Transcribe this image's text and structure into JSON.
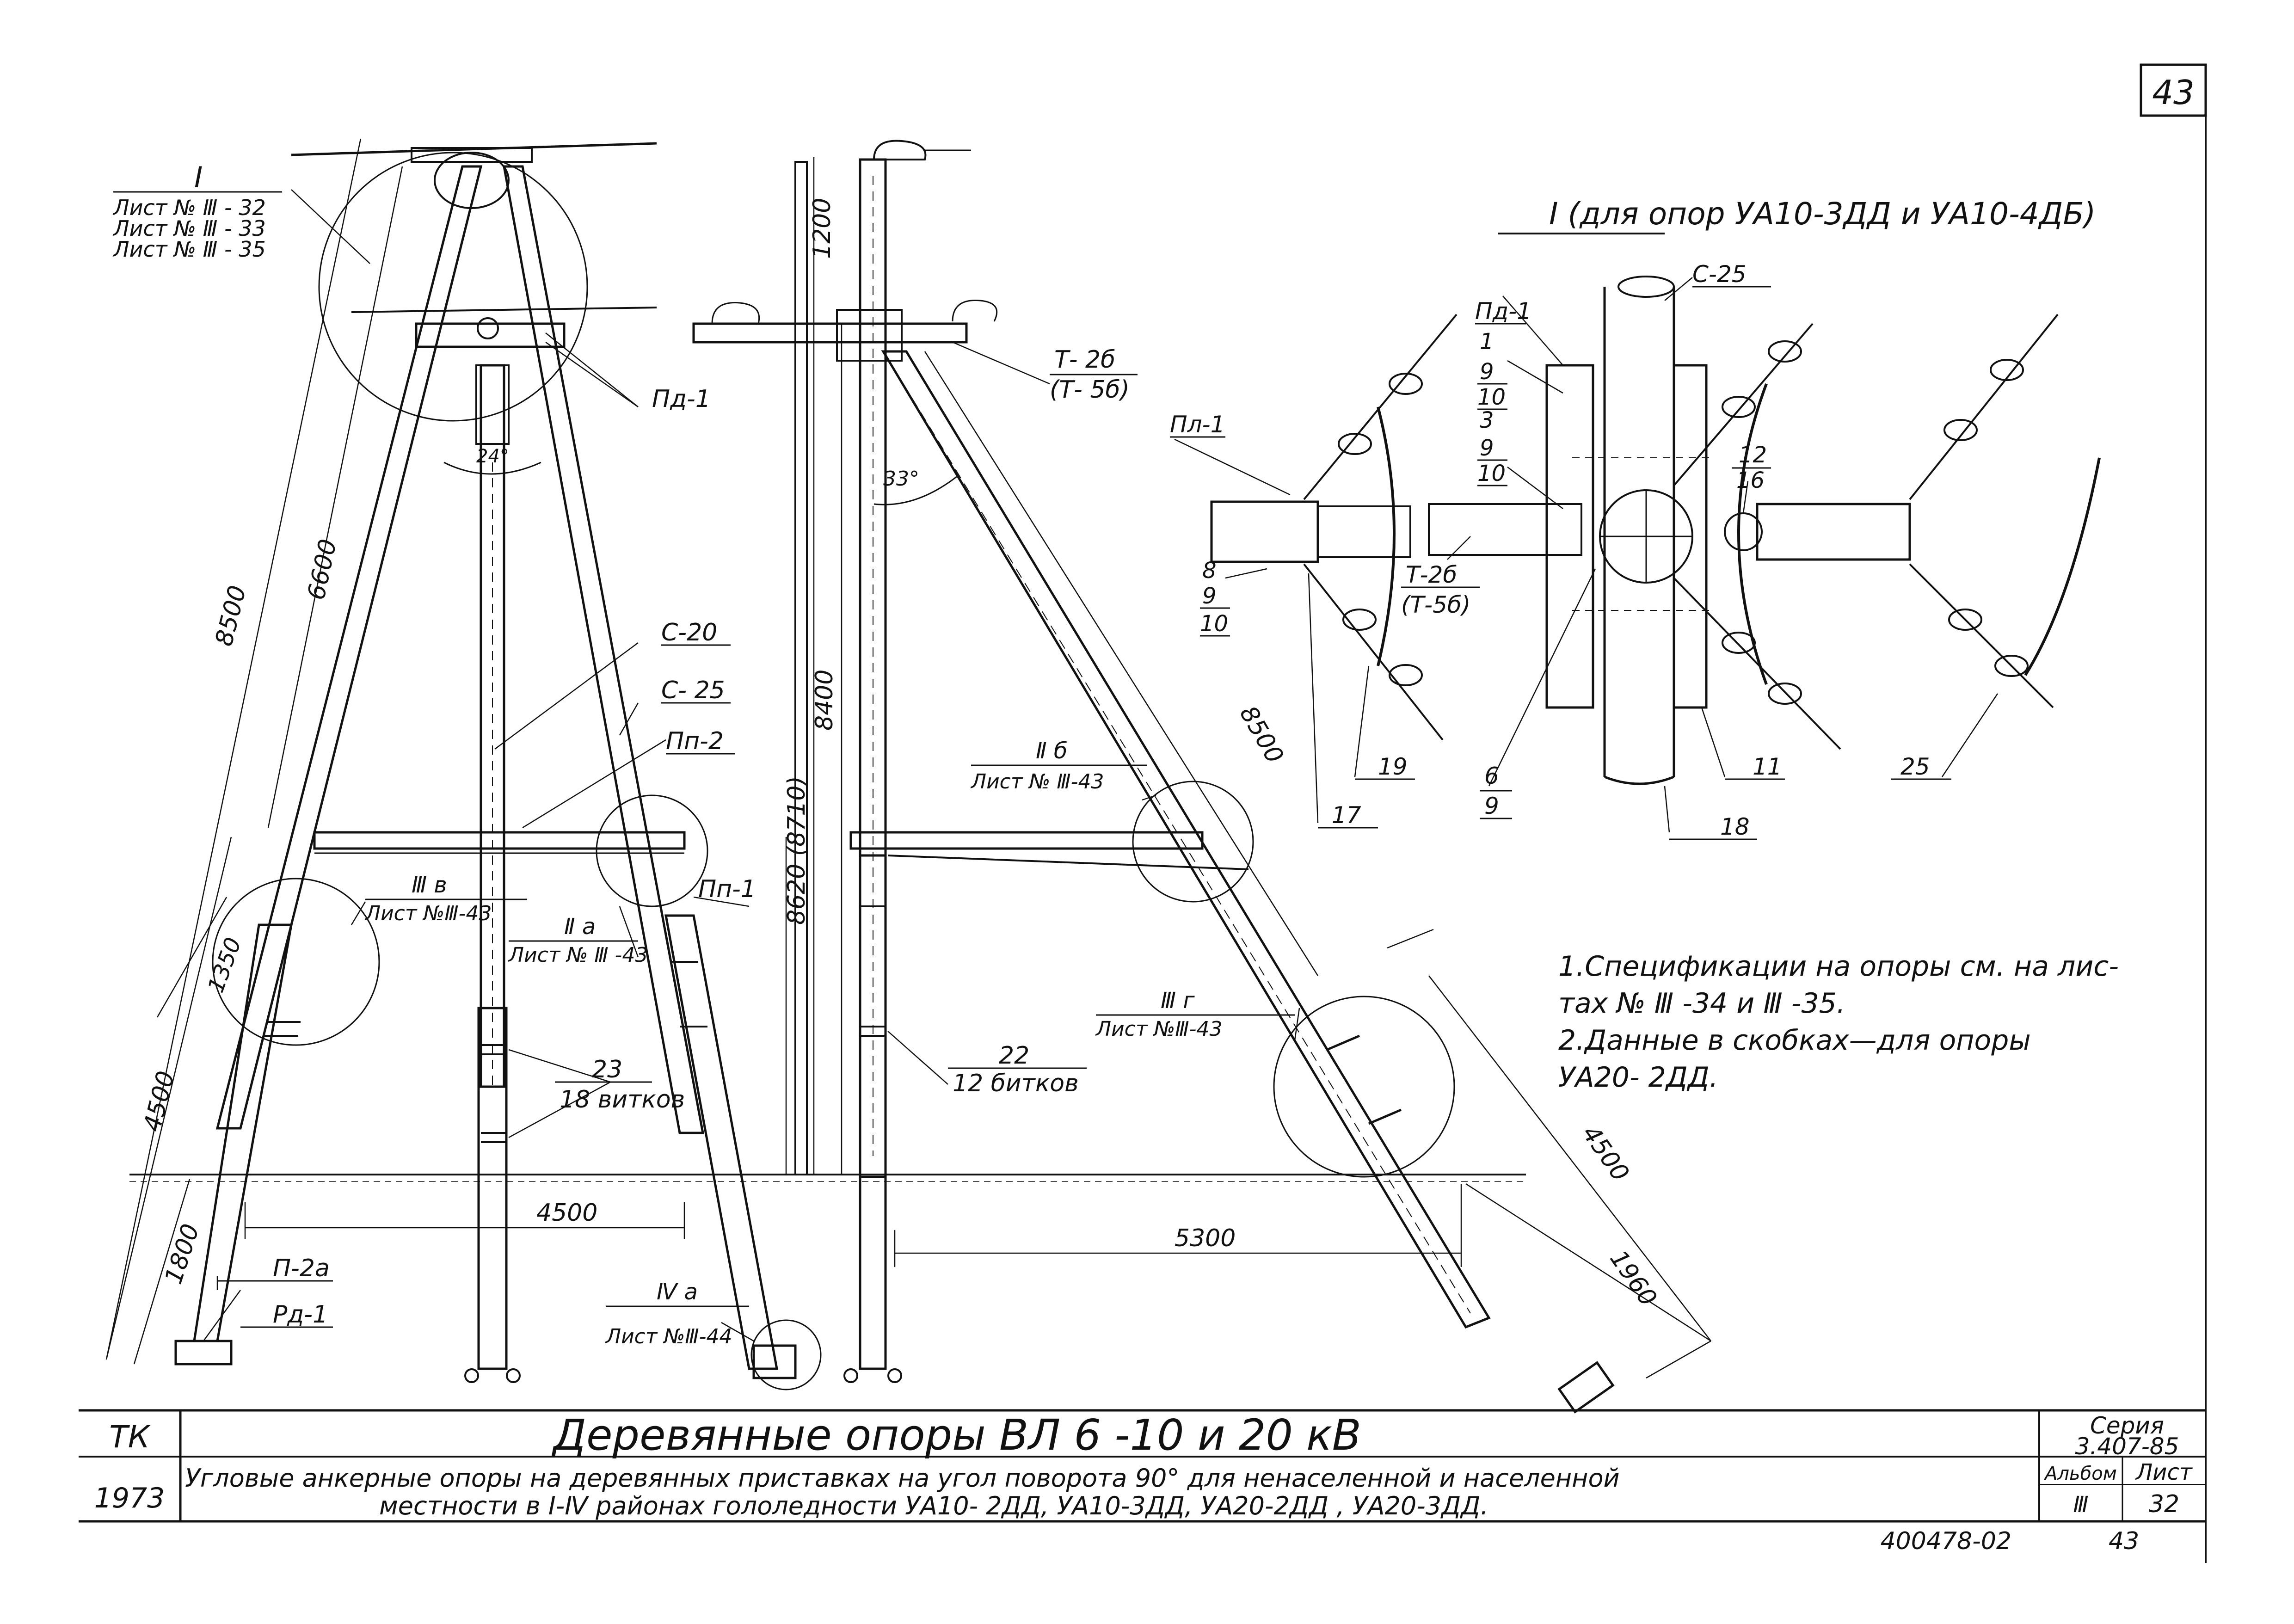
{
  "sheet_number": "43",
  "drawing": {
    "left_view": {
      "callout": {
        "id": "I",
        "refs": [
          "Лист № Ⅲ - 32",
          "Лист № Ⅲ - 33",
          "Лист № Ⅲ - 35"
        ]
      },
      "labels": {
        "pg1": "Пд-1",
        "angle": "24°",
        "s20": "С-20",
        "s25": "С- 25",
        "pp2": "Пп-2",
        "pp1": "Пп-1",
        "p2a": "П-2а",
        "rg1": "Рд-1",
        "n23": "23",
        "vit18": "18 витков"
      },
      "callouts": [
        {
          "id": "Ⅲ в",
          "ref": "Лист №Ⅲ-43"
        },
        {
          "id": "Ⅱ а",
          "ref": "Лист № Ⅲ -43"
        },
        {
          "id": "Ⅳ а",
          "ref": "Лист №Ⅲ-44"
        }
      ],
      "dims": {
        "d8500": "8500",
        "d6600": "6600",
        "d1350": "1350",
        "d4500v": "4500",
        "d1800": "1800",
        "d4500h": "4500"
      }
    },
    "middle_view": {
      "labels": {
        "t26": "Т- 2б",
        "t56": "(Т- 5б)",
        "angle": "33°",
        "n22": "22",
        "vit12": "12 битков"
      },
      "callouts": [
        {
          "id": "Ⅱ б",
          "ref": "Лист № Ⅲ-43"
        },
        {
          "id": "Ⅲ г",
          "ref": "Лист №Ⅲ-43"
        }
      ],
      "dims": {
        "d1200": "1200",
        "d8400": "8400",
        "d8620": "8620 (8710)",
        "d8500": "8500",
        "d5300": "5300",
        "d4500": "4500",
        "d1960": "1960"
      }
    },
    "detail_view": {
      "title": "I (для опор УА10-3ДД и УА10-4ДБ)",
      "labels": {
        "s25": "С-25",
        "pd1": "Пд-1",
        "pl1": "Пл-1",
        "t26": "Т-2б",
        "t56": "(Т-5б)",
        "n1": "1",
        "n9a": "9",
        "n10a": "10",
        "n3": "3",
        "n9b": "9",
        "n10b": "10",
        "n8": "8",
        "n9c": "9",
        "n10c": "10",
        "n12": "12",
        "n16": "16",
        "n6": "6",
        "n9d": "9",
        "n19": "19",
        "n17": "17",
        "n11": "11",
        "n18": "18",
        "n25": "25"
      }
    },
    "notes": [
      "1.Спецификации на опоры см. на лис-",
      "тах № Ⅲ -34 и Ⅲ -35.",
      "2.Данные в скобках—для опоры",
      "УА20- 2ДД."
    ]
  },
  "title_block": {
    "org": "ТК",
    "year": "1973",
    "main_title": "Деревянные опоры ВЛ 6 -10 и 20 кВ",
    "subtitle_line1": "Угловые анкерные опоры на деревянных приставках на угол поворота 90° для ненаселенной и населенной",
    "subtitle_line2": "местности в I-Ⅳ районах гололедности УА10- 2ДД, УА10-3ДД, УА20-2ДД , УА20-3ДД.",
    "series_label": "Серия",
    "series_value": "3.407-85",
    "album_label": "Альбом",
    "album_value": "Ⅲ",
    "sheet_label": "Лист",
    "sheet_value": "32",
    "doc_number": "400478-02",
    "page_number": "43"
  }
}
